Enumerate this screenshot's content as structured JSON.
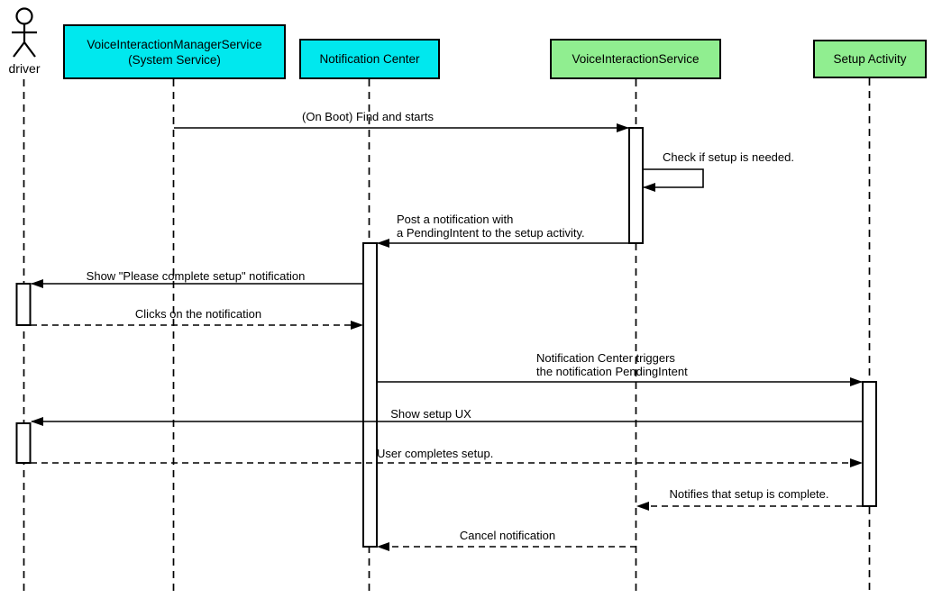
{
  "diagram": {
    "type": "uml-sequence-diagram",
    "participants": [
      {
        "label": "driver",
        "kind": "actor"
      },
      {
        "label_line1": "VoiceInteractionManagerService",
        "label_line2": "(System Service)",
        "kind": "object",
        "fill": "#00e8ee"
      },
      {
        "label": "Notification Center",
        "kind": "object",
        "fill": "#00e8ee"
      },
      {
        "label": "VoiceInteractionService",
        "kind": "object",
        "fill": "#90ee90"
      },
      {
        "label": "Setup Activity",
        "kind": "object",
        "fill": "#90ee90"
      }
    ],
    "messages": [
      {
        "text": "(On Boot) Find and starts",
        "from": "VoiceInteractionManagerService (System Service)",
        "to": "VoiceInteractionService",
        "line": "solid"
      },
      {
        "text": "Check if setup is needed.",
        "from": "VoiceInteractionService",
        "to": "VoiceInteractionService",
        "line": "solid",
        "self_message": true
      },
      {
        "text_line1": "Post a notification with",
        "text_line2": "a PendingIntent to the setup activity.",
        "from": "VoiceInteractionService",
        "to": "Notification Center",
        "line": "solid"
      },
      {
        "text": "Show \"Please complete setup\" notification",
        "from": "Notification Center",
        "to": "driver",
        "line": "solid"
      },
      {
        "text": "Clicks on the notification",
        "from": "driver",
        "to": "Notification Center",
        "line": "dashed"
      },
      {
        "text_line1": "Notification Center triggers",
        "text_line2": "the notification PendingIntent",
        "from": "Notification Center",
        "to": "Setup Activity",
        "line": "solid"
      },
      {
        "text": "Show setup UX",
        "from": "Setup Activity",
        "to": "driver",
        "line": "solid"
      },
      {
        "text": "User completes setup.",
        "from": "driver",
        "to": "Setup Activity",
        "line": "dashed"
      },
      {
        "text": "Notifies that setup is complete.",
        "from": "Setup Activity",
        "to": "VoiceInteractionService",
        "line": "dashed"
      },
      {
        "text": "Cancel notification",
        "from": "VoiceInteractionService",
        "to": "Notification Center",
        "line": "dashed"
      }
    ],
    "colors": {
      "participant_cyan": "#00e8ee",
      "participant_green": "#90ee90",
      "line": "#000000",
      "activation_fill": "#ffffff",
      "background": "#ffffff"
    }
  }
}
